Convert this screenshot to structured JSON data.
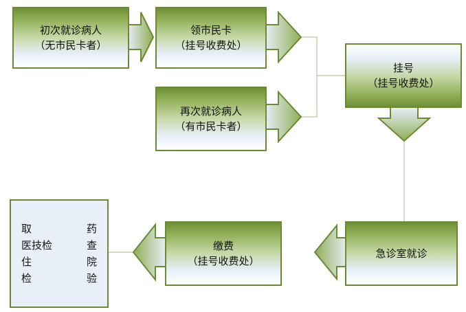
{
  "nodes": {
    "first_visit": {
      "line1": "初次就诊病人",
      "line2": "（无市民卡者）"
    },
    "get_card": {
      "line1": "领市民卡",
      "line2": "（挂号收费处）"
    },
    "return_visit": {
      "line1": "再次就诊病人",
      "line2": "（有市民卡者）"
    },
    "register": {
      "line1": "挂号",
      "line2": "（挂号收费处）"
    },
    "emergency": {
      "line1": "急诊室就诊"
    },
    "pay": {
      "line1": "缴费",
      "line2": "（挂号收费处）"
    },
    "services": {
      "cells": [
        "取",
        "药",
        "医技检",
        "查",
        "住",
        "院",
        "检",
        "验"
      ]
    }
  },
  "colors": {
    "border": "#6a8a33",
    "dark_green": "#6f8f37",
    "light_blue": "#e8effa",
    "connector": "#b5c99a"
  }
}
